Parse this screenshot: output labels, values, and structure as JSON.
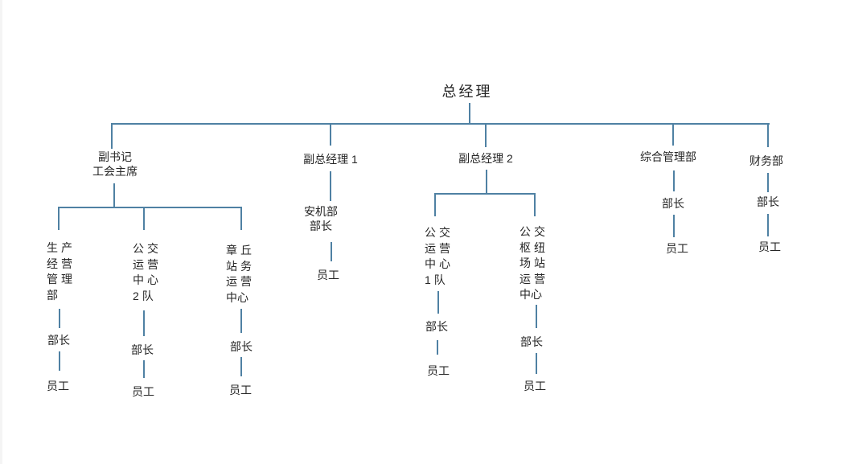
{
  "colors": {
    "connector": "#4f81a3",
    "text": "#262626",
    "background": "#ffffff"
  },
  "org": {
    "root": {
      "label": "总经理",
      "children": [
        {
          "label_lines": [
            "副书记",
            "工会主席"
          ],
          "children": [
            {
              "label_lines": [
                "生 产",
                "经 营",
                "管 理",
                "部"
              ],
              "officer": "部长",
              "staff": "员工"
            },
            {
              "label_lines": [
                "公 交",
                "运 营",
                "中 心",
                "2 队"
              ],
              "officer": "部长",
              "staff": "员工"
            },
            {
              "label_lines": [
                "章 丘",
                "站 务",
                "运 营",
                "中心"
              ],
              "officer": "部长",
              "staff": "员工"
            }
          ]
        },
        {
          "label": "副总经理 1",
          "children": [
            {
              "label_lines": [
                "安机部",
                "部长"
              ],
              "staff": "员工"
            }
          ]
        },
        {
          "label": "副总经理 2",
          "children": [
            {
              "label_lines": [
                "公 交",
                "运 营",
                "中 心",
                "1 队"
              ],
              "officer": "部长",
              "staff": "员工"
            },
            {
              "label_lines": [
                "公 交",
                "枢 纽",
                "场 站",
                "运 营",
                "中心"
              ],
              "officer": "部长",
              "staff": "员工"
            }
          ]
        },
        {
          "label": "综合管理部",
          "officer": "部长",
          "staff": "员工"
        },
        {
          "label": "财务部",
          "officer": "部长",
          "staff": "员工"
        }
      ]
    }
  }
}
